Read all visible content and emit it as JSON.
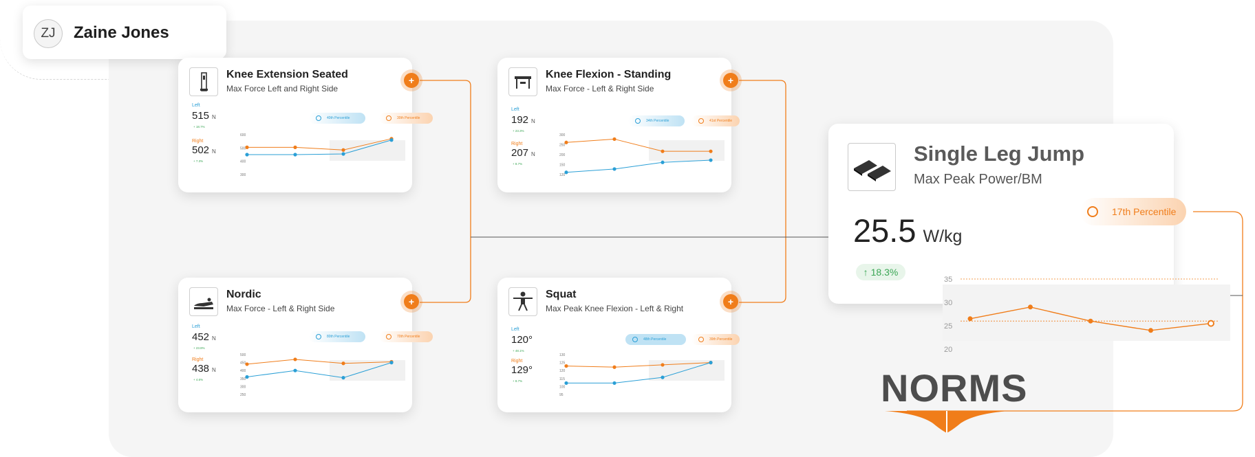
{
  "user": {
    "initials": "ZJ",
    "name": "Zaine Jones"
  },
  "colors": {
    "accent": "#f07d1a",
    "left_series": "#2a9fd6",
    "right_series": "#f07d1a",
    "positive": "#3aa654"
  },
  "cards": [
    {
      "id": "knee-extension",
      "title": "Knee Extension Seated",
      "subtitle": "Max Force Left and Right Side",
      "icon": "knee-extension-machine-icon",
      "left_label": "Left",
      "left_value": "515",
      "left_unit": "N",
      "left_change": "+ 18.7%",
      "right_label": "Right",
      "right_value": "502",
      "right_unit": "N",
      "right_change": "+ 7.3%",
      "left_percentile": "40th Percentile",
      "right_percentile": "30th Percentile",
      "ticks": [
        "600",
        "500",
        "400",
        "300"
      ],
      "chart_data": {
        "type": "line",
        "y_ticks": [
          600,
          500,
          400,
          300
        ],
        "ylim": [
          300,
          600
        ],
        "series": [
          {
            "name": "Right",
            "values": [
              505,
              505,
              485,
              570
            ]
          },
          {
            "name": "Left",
            "values": [
              450,
              450,
              455,
              560
            ]
          }
        ]
      }
    },
    {
      "id": "knee-flexion",
      "title": "Knee Flexion - Standing",
      "subtitle": "Max Force - Left & Right Side",
      "icon": "knee-flexion-rack-icon",
      "left_label": "Left",
      "left_value": "192",
      "left_unit": "N",
      "left_change": "+ 23.3%",
      "right_label": "Right",
      "right_value": "207",
      "right_unit": "N",
      "right_change": "+ 8.7%",
      "left_percentile": "34th Percentile",
      "right_percentile": "41st Percentile",
      "ticks": [
        "300",
        "250",
        "200",
        "150",
        "120"
      ],
      "chart_data": {
        "type": "line",
        "y_ticks": [
          300,
          250,
          200,
          150,
          120
        ],
        "ylim": [
          120,
          300
        ],
        "series": [
          {
            "name": "Right",
            "values": [
              265,
              280,
              225,
              225
            ]
          },
          {
            "name": "Left",
            "values": [
              130,
              145,
              175,
              185
            ]
          }
        ]
      }
    },
    {
      "id": "nordic",
      "title": "Nordic",
      "subtitle": "Max Force - Left & Right Side",
      "icon": "nordic-bench-icon",
      "left_label": "Left",
      "left_value": "452",
      "left_unit": "N",
      "left_change": "+ 23.8%",
      "right_label": "Right",
      "right_value": "438",
      "right_unit": "N",
      "right_change": "+ 4.6%",
      "left_percentile": "80th Percentile",
      "right_percentile": "70th Percentile",
      "ticks": [
        "500",
        "450",
        "400",
        "350",
        "300",
        "250"
      ],
      "chart_data": {
        "type": "line",
        "y_ticks": [
          500,
          450,
          400,
          350,
          300,
          250
        ],
        "ylim": [
          250,
          500
        ],
        "series": [
          {
            "name": "Right",
            "values": [
              440,
              470,
              445,
              455
            ]
          },
          {
            "name": "Left",
            "values": [
              360,
              400,
              355,
              450
            ]
          }
        ]
      }
    },
    {
      "id": "squat",
      "title": "Squat",
      "subtitle": "Max Peak Knee Flexion - Left & Right",
      "icon": "squat-figure-icon",
      "left_label": "Left",
      "left_value": "120°",
      "left_unit": "",
      "left_change": "+ 48.1%",
      "right_label": "Right",
      "right_value": "129°",
      "right_unit": "",
      "right_change": "+ 8.7%",
      "left_percentile": "48th Percentile",
      "right_percentile": "39th Percentile",
      "ticks": [
        "130",
        "125",
        "120",
        "115",
        "100",
        "95"
      ],
      "chart_data": {
        "type": "line",
        "y_ticks": [
          130,
          125,
          120,
          115,
          100,
          95
        ],
        "ylim": [
          95,
          130
        ],
        "series": [
          {
            "name": "Right",
            "values": [
              120,
              119,
              121,
              123
            ]
          },
          {
            "name": "Left",
            "values": [
              105,
              105,
              110,
              123
            ]
          }
        ]
      }
    }
  ],
  "featured": {
    "title": "Single Leg Jump",
    "subtitle": "Max Peak Power/BM",
    "icon": "jump-plates-icon",
    "value": "25.5",
    "unit": "W/kg",
    "change": "18.3%",
    "percentile": "17th Percentile",
    "chart_data": {
      "type": "line",
      "y_ticks": [
        35,
        30,
        25,
        20
      ],
      "ylim": [
        20,
        35
      ],
      "series": [
        {
          "name": "Single Leg Jump",
          "values": [
            26.5,
            29,
            26,
            24,
            25.5
          ]
        }
      ]
    }
  },
  "norms_label": "NORMS"
}
